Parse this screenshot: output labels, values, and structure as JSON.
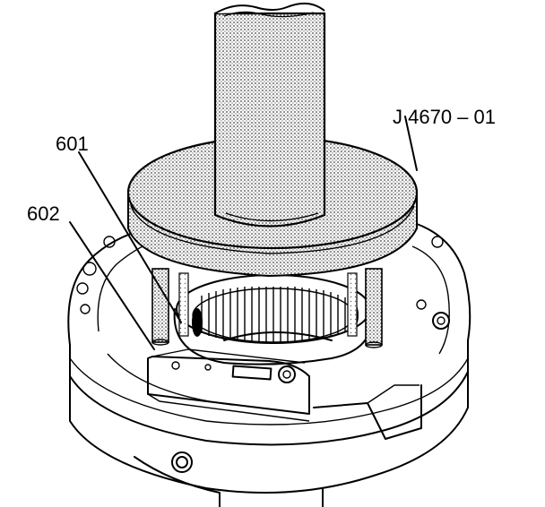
{
  "labels": {
    "tool": "J 4670 – 01",
    "part_601": "601",
    "part_602": "602"
  },
  "colors": {
    "ink": "#000000",
    "paper": "#ffffff",
    "stipple": "#cfcfcf"
  }
}
